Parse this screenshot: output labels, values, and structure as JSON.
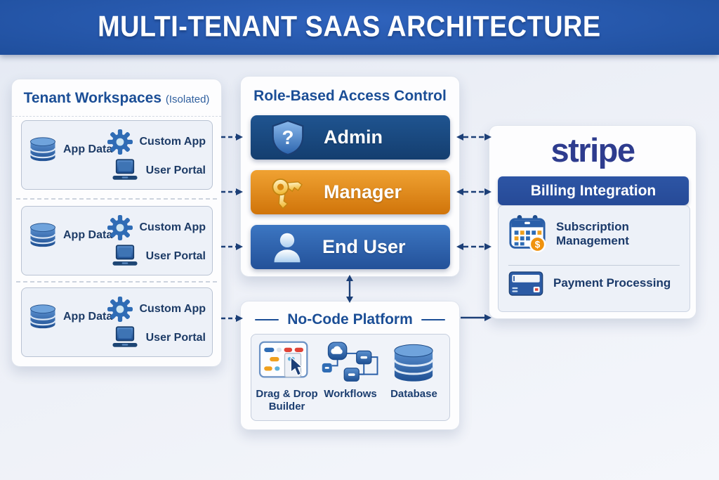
{
  "header": {
    "title": "MULTI-TENANT SAAS ARCHITECTURE"
  },
  "tenant_panel": {
    "title": "Tenant Workspaces",
    "subtitle": "(Isolated)",
    "tenants": [
      {
        "app_data": "App Data",
        "custom_app": "Custom App",
        "user_portal": "User Portal",
        "icons": [
          "database-icon",
          "gear-icon",
          "laptop-icon"
        ]
      },
      {
        "app_data": "App Data",
        "custom_app": "Custom App",
        "user_portal": "User Portal",
        "icons": [
          "database-icon",
          "gear-icon",
          "laptop-icon"
        ]
      },
      {
        "app_data": "App Data",
        "custom_app": "Custom App",
        "user_portal": "User Portal",
        "icons": [
          "database-icon",
          "gear-icon",
          "laptop-icon"
        ]
      }
    ]
  },
  "rbac_panel": {
    "title": "Role-Based Access Control",
    "roles": [
      {
        "label": "Admin",
        "icon": "shield-icon",
        "color": "#1a4a82"
      },
      {
        "label": "Manager",
        "icon": "key-icon",
        "color": "#e08a14"
      },
      {
        "label": "End User",
        "icon": "user-icon",
        "color": "#2e66ad"
      }
    ]
  },
  "nocode_panel": {
    "title": "No-Code Platform",
    "features": [
      {
        "label": "Drag & Drop Builder",
        "icon": "drag-drop-builder-icon"
      },
      {
        "label": "Workflows",
        "icon": "workflows-icon"
      },
      {
        "label": "Database",
        "icon": "database-icon"
      }
    ]
  },
  "billing_panel": {
    "logo": "stripe",
    "title": "Billing Integration",
    "items": [
      {
        "label": "Subscription Management",
        "icon": "calendar-dollar-icon"
      },
      {
        "label": "Payment Processing",
        "icon": "credit-card-icon"
      }
    ]
  },
  "connections": {
    "tenant_to_rbac": "dashed-right-arrows",
    "tenant_to_nocode": "dashed-right-arrow",
    "rbac_to_billing": "double-arrows",
    "rbac_to_nocode": "vertical-double-arrow",
    "nocode_to_billing": "right-arrow"
  },
  "colors": {
    "header_blue": "#20509f",
    "panel_title_blue": "#1b4e96",
    "admin_bar": "#1a4a82",
    "manager_bar": "#e08a14",
    "end_user_bar": "#2e66ad",
    "stripe_logo_blue": "#2e3c8e",
    "billing_bar_blue": "#2a509f",
    "icon_blue": "#2f6cb5",
    "accent_orange": "#f0920d",
    "accent_red": "#e04438",
    "arrow_navy": "#1c3f77",
    "label_navy": "#1d3b66"
  }
}
